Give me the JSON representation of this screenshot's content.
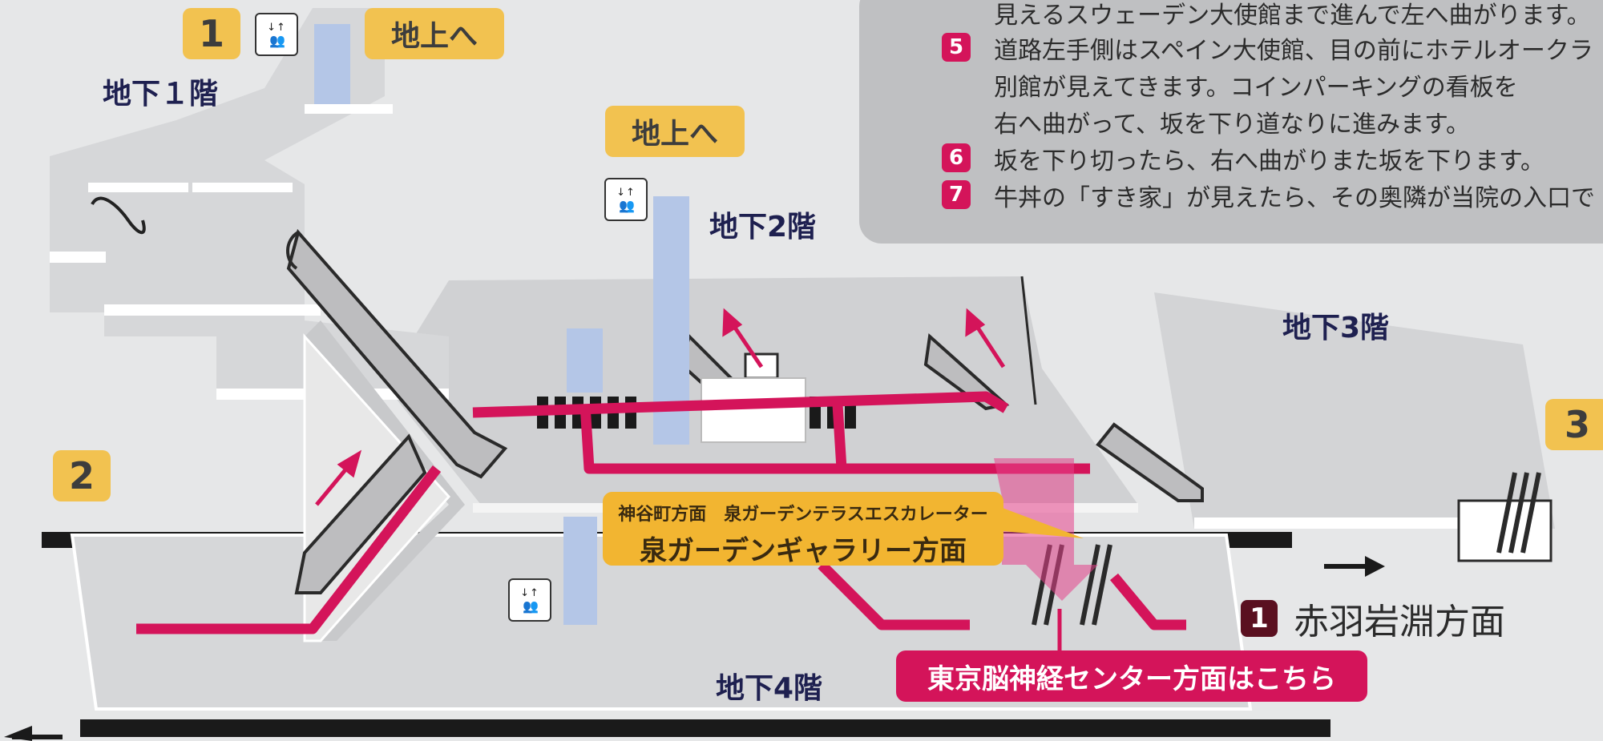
{
  "colors": {
    "background": "#e6e7e8",
    "route": "#d4145a",
    "badge": "#f2c250",
    "elevator_shaft": "#b4c6e7",
    "panel": "#bfc0c2",
    "floor_label": "#1e2050"
  },
  "exits": [
    {
      "label": "1"
    },
    {
      "label": "2"
    },
    {
      "label": "3"
    }
  ],
  "to_ground": {
    "top": "地上へ",
    "middle": "地上へ"
  },
  "floors": {
    "b1": "地下１階",
    "b2": "地下2階",
    "b3": "地下3階",
    "b4": "地下4階"
  },
  "icons": {
    "elevator": "elevator-icon",
    "escalator": "escalator-icon",
    "arrow": "arrow-icon"
  },
  "directions": {
    "partial_top": "見えるスウェーデン大使館まで進んで左へ曲がります。",
    "steps": [
      {
        "num": "5",
        "lines": [
          "道路左手側はスペイン大使館、目の前にホテルオークラ",
          "別館が見えてきます。コインパーキングの看板を",
          "右へ曲がって、坂を下り道なりに進みます。"
        ]
      },
      {
        "num": "6",
        "lines": [
          "坂を下り切ったら、右へ曲がりまた坂を下ります。"
        ]
      },
      {
        "num": "7",
        "lines": [
          "牛丼の「すき家」が見えたら、その奥隣が当院の入口で"
        ]
      }
    ]
  },
  "callouts": {
    "yellow_line1": "神谷町方面　泉ガーデンテラスエスカレーター",
    "yellow_line2": "泉ガーデンギャラリー方面",
    "pink": "東京脳神経センター方面はこちら"
  },
  "direction_right": {
    "num": "1",
    "label": "赤羽岩淵方面"
  }
}
